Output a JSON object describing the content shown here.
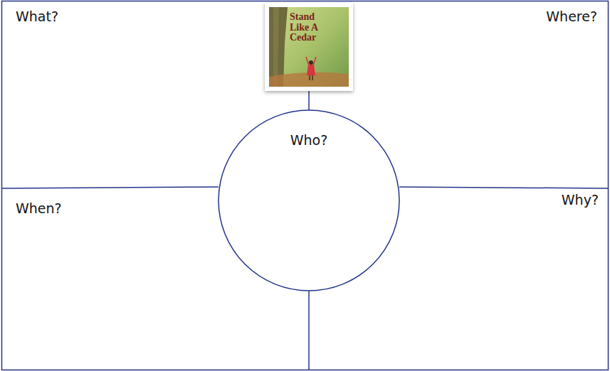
{
  "diagram": {
    "nodes": [
      {
        "text": [
          "Who?"
        ]
      }
    ],
    "labels": [
      "What?",
      "Stand Like A Cedar",
      "Where?",
      "When?",
      "Why?"
    ]
  }
}
